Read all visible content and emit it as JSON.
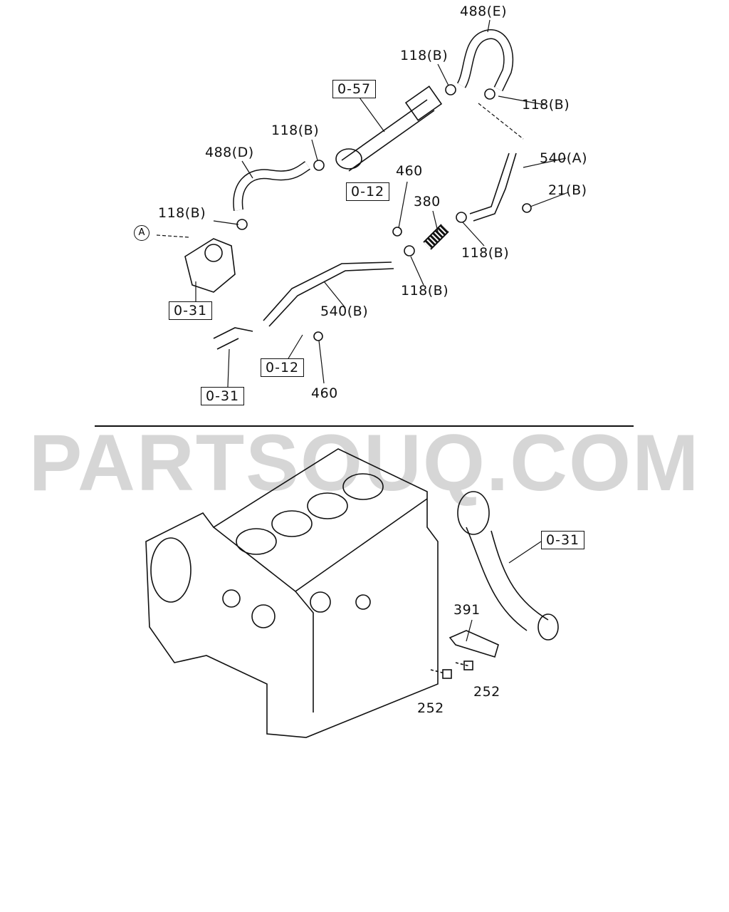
{
  "watermark": "PARTSOUQ.COM",
  "callouts": {
    "c488e": "488(E)",
    "c118b_1": "118(B)",
    "c118b_2": "118(B)",
    "c118b_3": "118(B)",
    "c488d": "488(D)",
    "c540a": "540(A)",
    "c460_1": "460",
    "c21b": "21(B)",
    "c380": "380",
    "c118b_4": "118(B)",
    "c118b_5": "118(B)",
    "c118b_6": "118(B)",
    "c540b": "540(B)",
    "c460_2": "460",
    "c391": "391",
    "c252_1": "252",
    "c252_2": "252",
    "circleA": "A"
  },
  "refs": {
    "r057": "0-57",
    "r012_1": "0-12",
    "r031_1": "0-31",
    "r012_2": "0-12",
    "r031_2": "0-31",
    "r031_3": "0-31"
  }
}
